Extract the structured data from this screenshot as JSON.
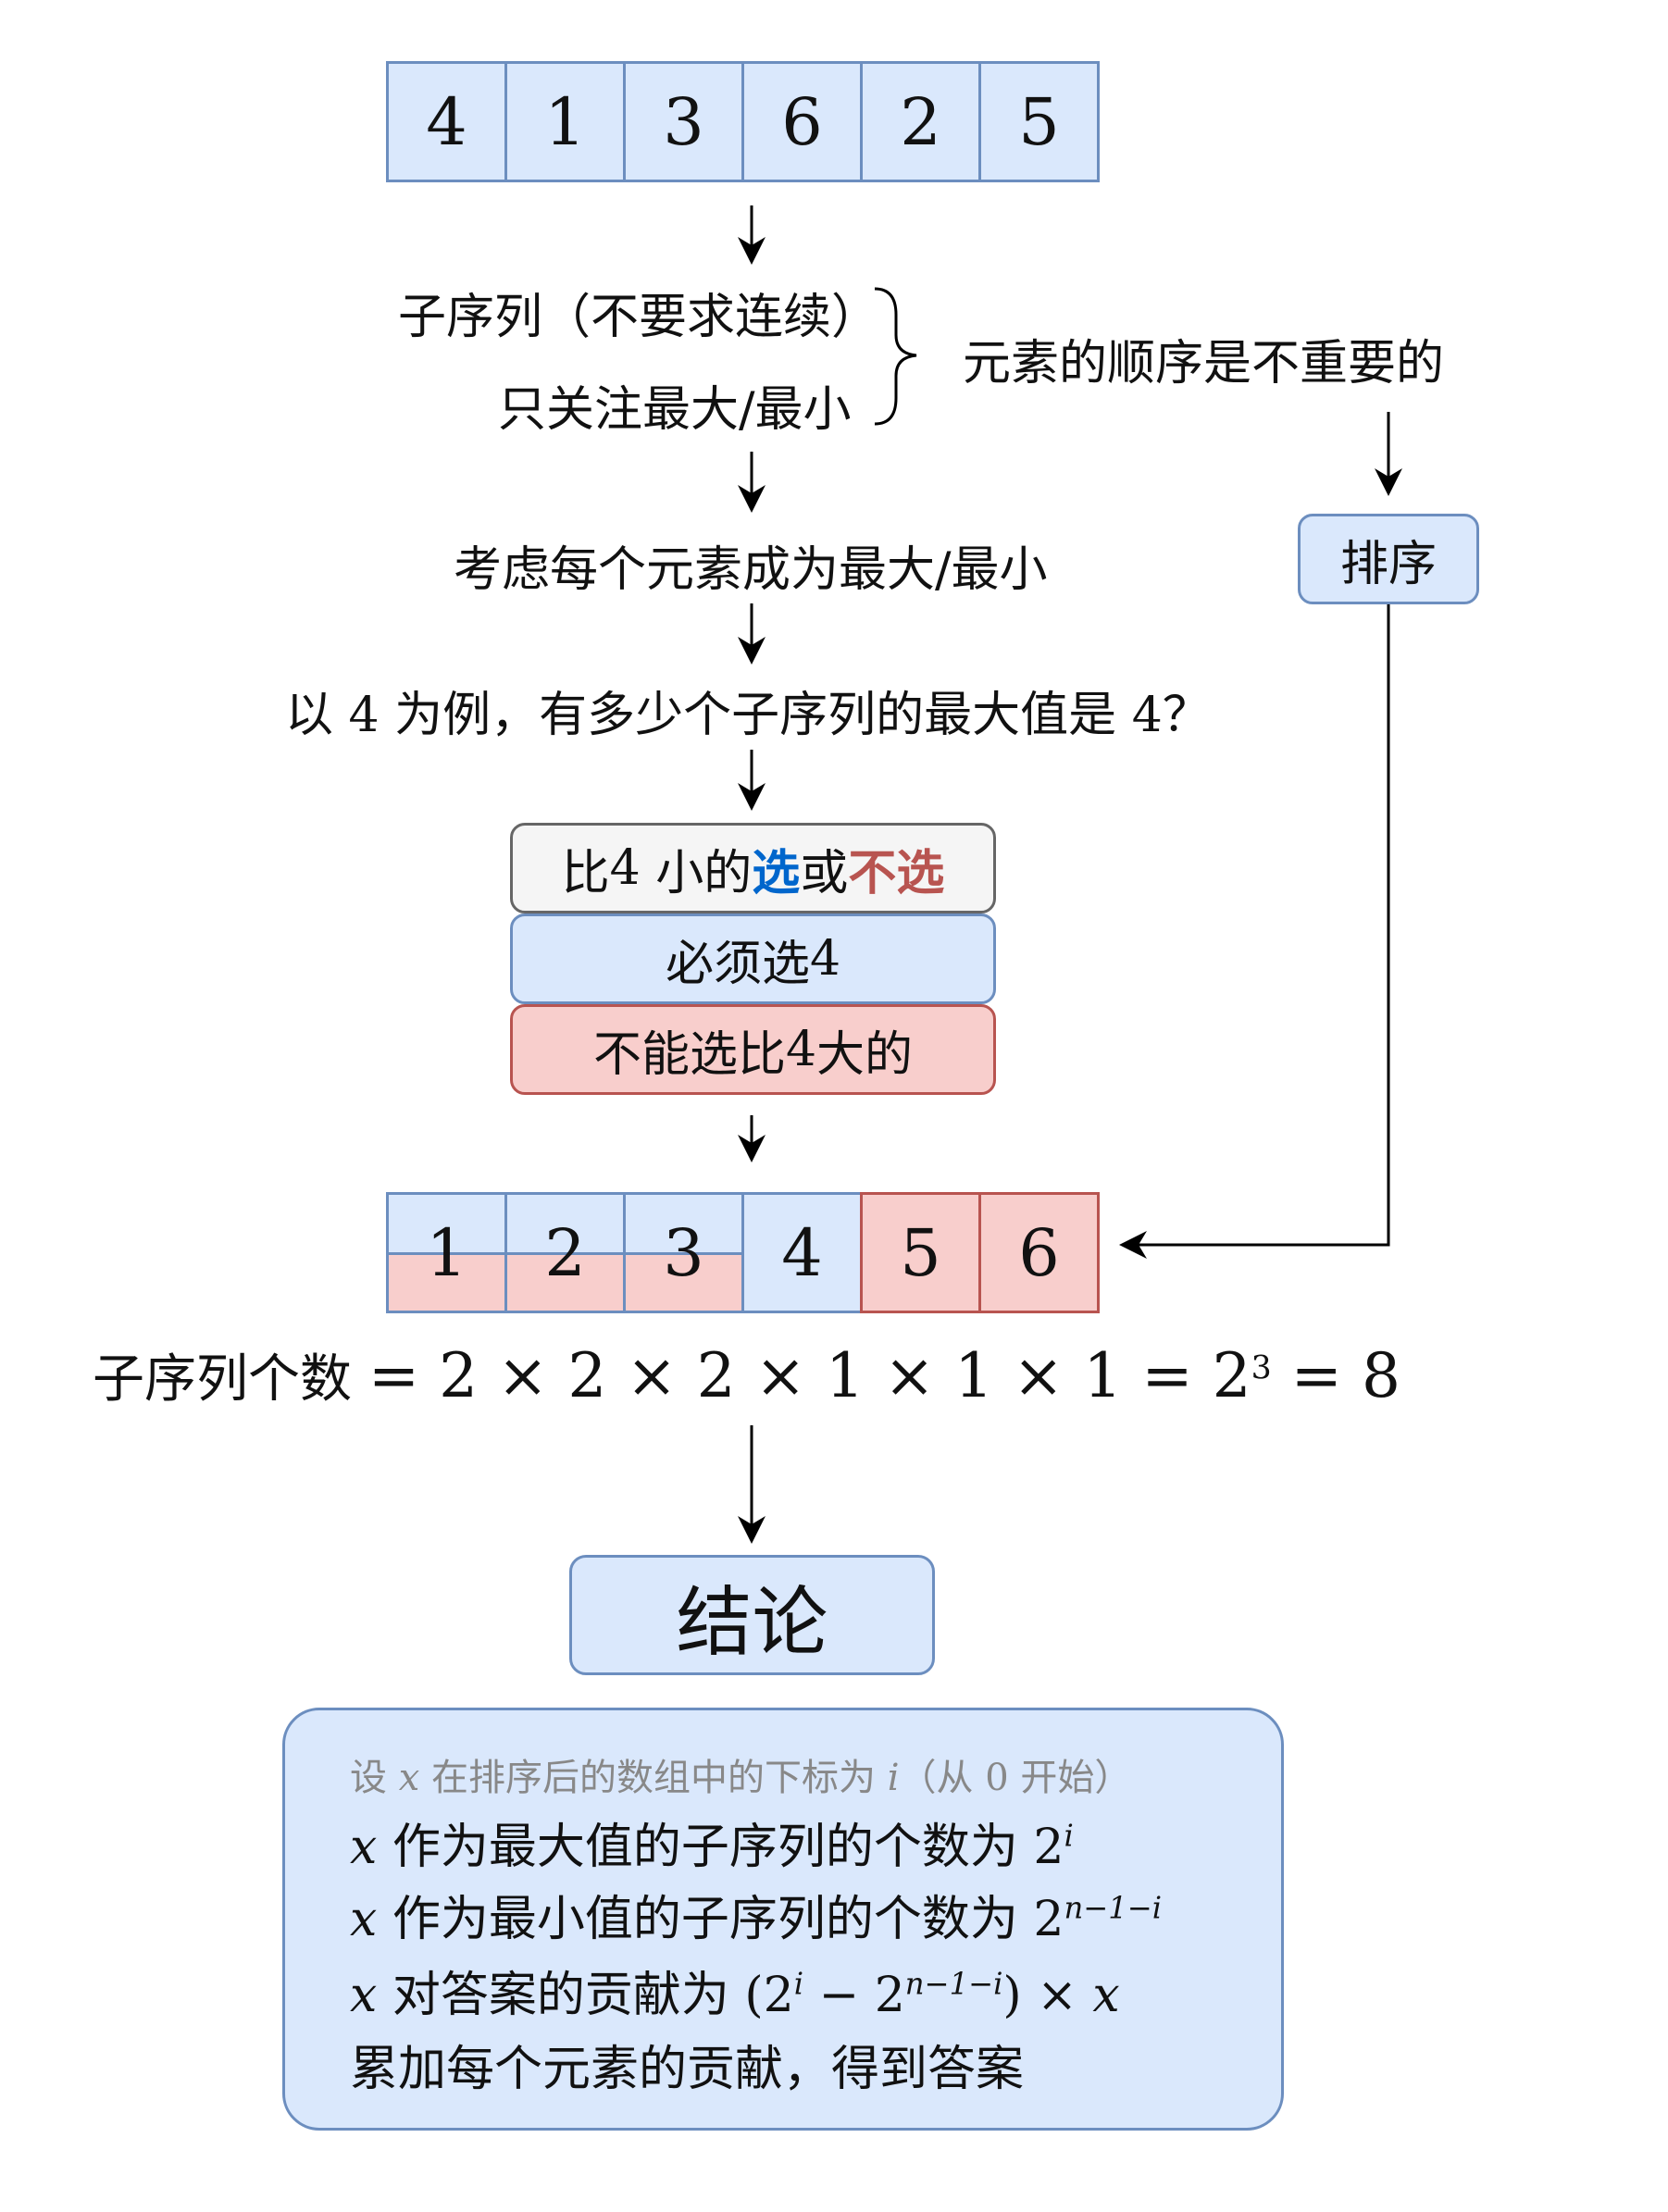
{
  "top_array": [
    "4",
    "1",
    "3",
    "6",
    "2",
    "5"
  ],
  "steps": {
    "subseq": "子序列（不要求连续）",
    "only_max_min": "只关注最大/最小",
    "order_irrelevant": "元素的顺序是不重要的",
    "sort": "排序",
    "consider": "考虑每个元素成为最大/最小",
    "example_q": {
      "pre": "以 ",
      "num1": "4",
      "mid": " 为例，有多少个子序列的最大值是 ",
      "num2": "4",
      "post": "？"
    }
  },
  "rules": {
    "smaller": {
      "pre": "比 ",
      "num": "4",
      "mid": " 小的",
      "choose": "选",
      "or": "或",
      "not_choose": "不选"
    },
    "must": {
      "pre": "必须选 ",
      "num": "4"
    },
    "larger": {
      "pre": "不能选比 ",
      "num": "4",
      "post": " 大的"
    }
  },
  "sorted_array": [
    {
      "v": "1",
      "state": "optional"
    },
    {
      "v": "2",
      "state": "optional"
    },
    {
      "v": "3",
      "state": "optional"
    },
    {
      "v": "4",
      "state": "must"
    },
    {
      "v": "5",
      "state": "forbidden"
    },
    {
      "v": "6",
      "state": "forbidden"
    }
  ],
  "count_formula": {
    "label": "子序列个数",
    "expr": "= 2 × 2 × 2 × 1 × 1 × 1 = 2",
    "exp": "3",
    "tail": " = 8"
  },
  "conclusion": {
    "title": "结论",
    "note": {
      "a": "设 ",
      "x": "x",
      "b": " 在排序后的数组中的下标为 ",
      "i": "i",
      "c": "（从 ",
      "zero": "0",
      "d": " 开始）"
    },
    "l1": {
      "x": "x",
      "text": " 作为最大值的子序列的个数为 ",
      "base": "2",
      "exp": "i"
    },
    "l2": {
      "x": "x",
      "text": " 作为最小值的子序列的个数为 ",
      "base": "2",
      "exp": "n−1−i"
    },
    "l3": {
      "x": "x",
      "text": " 对答案的贡献为 ",
      "expr_open": "(2",
      "exp1": "i",
      "minus": " − 2",
      "exp2": "n−1−i",
      "close": ") × ",
      "x2": "x"
    },
    "l4": "累加每个元素的贡献，得到答案"
  },
  "colors": {
    "blue_fill": "#dae8fc",
    "blue_stroke": "#6c8ebf",
    "red_fill": "#f8cecc",
    "red_stroke": "#b85450",
    "grey_fill": "#f5f5f5",
    "highlight_blue": "#0066cc",
    "highlight_red": "#b85450"
  }
}
